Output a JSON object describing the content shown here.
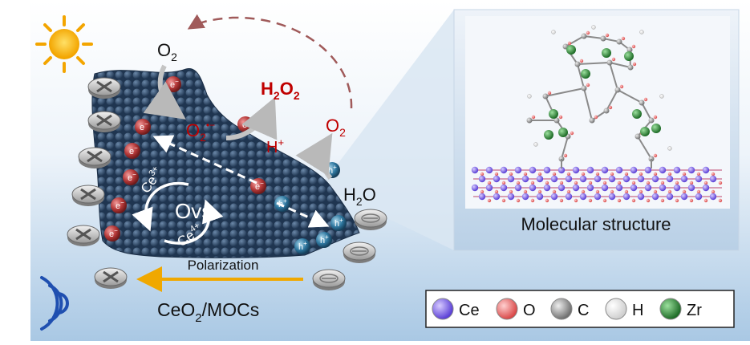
{
  "labels": {
    "o2_top": "O",
    "o2_top_sub": "2",
    "h2o2_main": "H",
    "h2o2_sub1": "2",
    "h2o2_o": "O",
    "h2o2_sub2": "2",
    "superoxide": "O",
    "superoxide_sub": "2",
    "superoxide_sup": "•−",
    "h_plus": "H",
    "h_plus_sup": "+",
    "o2_right": "O",
    "o2_right_sub": "2",
    "h2o": "H",
    "h2o_sub": "2",
    "h2o_o": "O",
    "ovs": "Ovs",
    "ce3": "Ce",
    "ce3_sup": "3+",
    "ce4": "Ce",
    "ce4_sup": "4+",
    "polarization": "Polarization",
    "material_ce": "CeO",
    "material_sub": "2",
    "material_rest": "/MOCs",
    "panel_title": "Molecular structure",
    "electron": "e",
    "electron_sup": "−",
    "hole": "h",
    "hole_sup": "+"
  },
  "legend": [
    {
      "symbol": "Ce",
      "color": "#7a5cf0"
    },
    {
      "symbol": "O",
      "color": "#ef6f6f"
    },
    {
      "symbol": "C",
      "color": "#9a9a9a"
    },
    {
      "symbol": "H",
      "color": "#f4f4f4"
    },
    {
      "symbol": "Zr",
      "color": "#2e8a3a"
    }
  ],
  "colors": {
    "accent_red": "#c00000",
    "polarization_arrow": "#f0a800",
    "background_blue": "#b8d3ea"
  },
  "icons": [
    "sun-icon",
    "ultrasound-wave-icon",
    "piezo-disc-icon"
  ]
}
